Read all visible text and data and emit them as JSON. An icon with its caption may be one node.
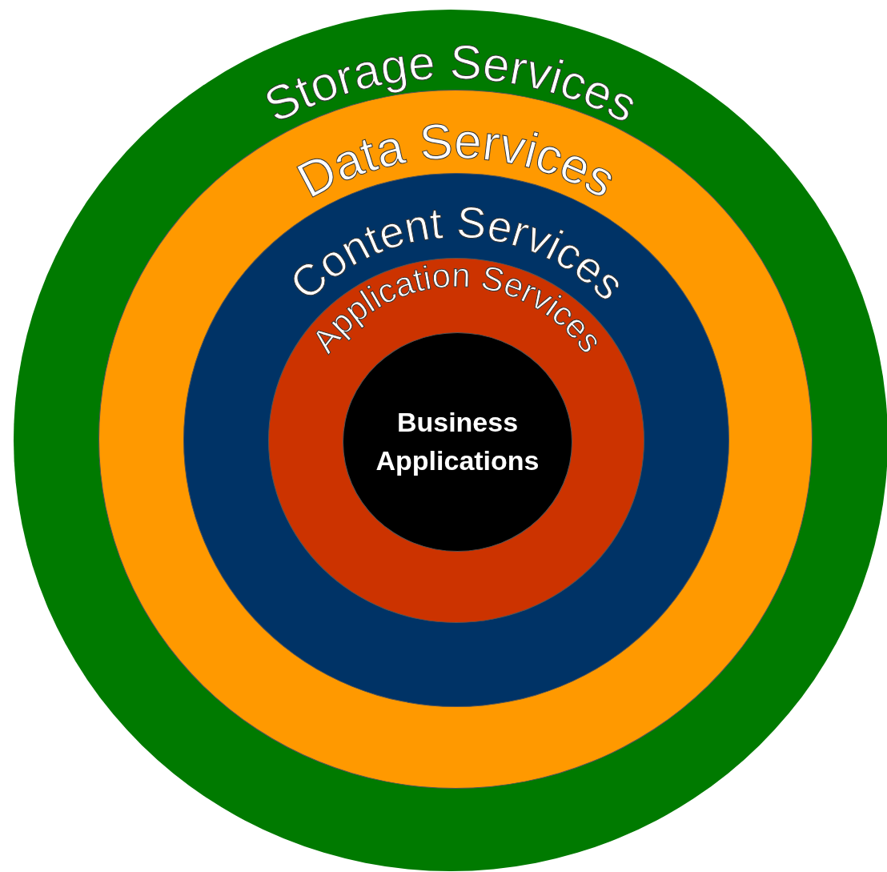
{
  "diagram": {
    "nodes": [
      {
        "text": [
          "Storage Services"
        ]
      },
      {
        "text": [
          "Data Services"
        ],
        "in": 0
      },
      {
        "text": [
          "Content Services"
        ],
        "in": 1
      },
      {
        "text": [
          "Application Services"
        ],
        "in": 2
      },
      {
        "text": [
          "Business Applications"
        ],
        "in": 3
      }
    ]
  }
}
